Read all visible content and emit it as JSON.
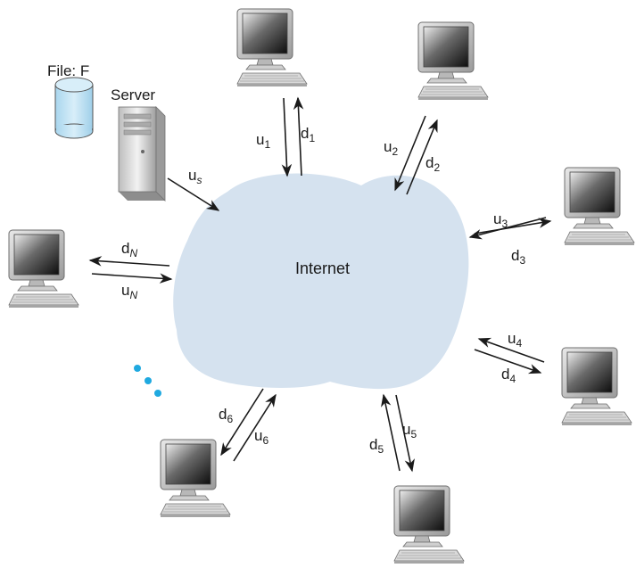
{
  "file_label": "File: F",
  "server_label": "Server",
  "cloud_label": "Internet",
  "server_link": {
    "base": "u",
    "sub": "s"
  },
  "peers": [
    {
      "id": "1",
      "up": {
        "base": "u",
        "sub": "1"
      },
      "down": {
        "base": "d",
        "sub": "1"
      }
    },
    {
      "id": "2",
      "up": {
        "base": "u",
        "sub": "2"
      },
      "down": {
        "base": "d",
        "sub": "2"
      }
    },
    {
      "id": "3",
      "up": {
        "base": "u",
        "sub": "3"
      },
      "down": {
        "base": "d",
        "sub": "3"
      }
    },
    {
      "id": "4",
      "up": {
        "base": "u",
        "sub": "4"
      },
      "down": {
        "base": "d",
        "sub": "4"
      }
    },
    {
      "id": "5",
      "up": {
        "base": "u",
        "sub": "5"
      },
      "down": {
        "base": "d",
        "sub": "5"
      }
    },
    {
      "id": "6",
      "up": {
        "base": "u",
        "sub": "6"
      },
      "down": {
        "base": "d",
        "sub": "6"
      }
    },
    {
      "id": "N",
      "up": {
        "base": "u",
        "sub": "N"
      },
      "down": {
        "base": "d",
        "sub": "N"
      }
    }
  ],
  "colors": {
    "cloud": "#d5e2ef",
    "cylinder": "#bfe0f2",
    "ellipsis": "#1fa9e0",
    "arrow": "#1a1a1a"
  },
  "icons": [
    "computer-icon",
    "server-tower-icon",
    "database-cylinder-icon",
    "cloud-icon"
  ]
}
